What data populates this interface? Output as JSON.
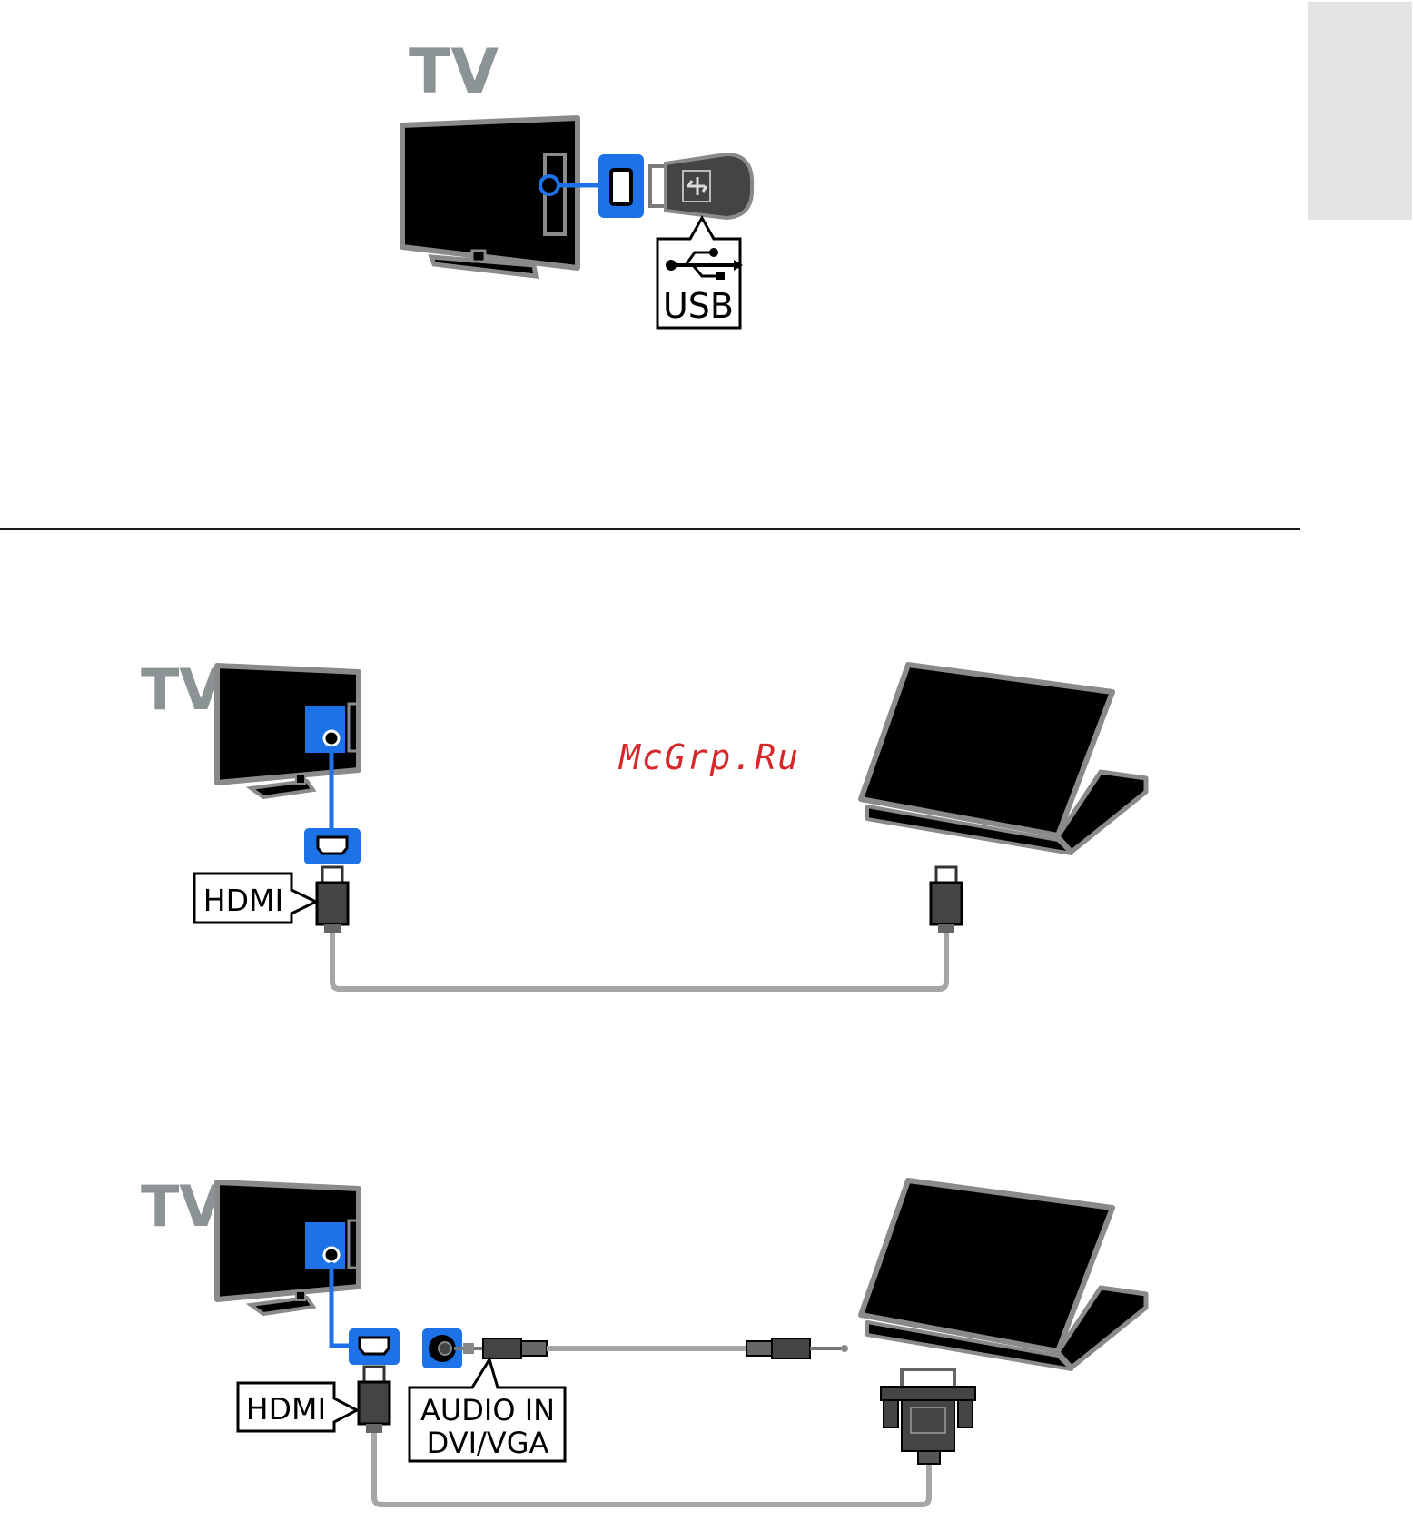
{
  "diagrams": [
    {
      "id": "usb-connection",
      "device_label": "TV",
      "connector_label": "USB"
    },
    {
      "id": "hdmi-computer",
      "device_label": "TV",
      "connector_label": "HDMI"
    },
    {
      "id": "dvi-vga-computer",
      "device_label": "TV",
      "connector_label": "HDMI",
      "audio_label_line1": "AUDIO IN",
      "audio_label_line2": "DVI/VGA"
    }
  ],
  "watermark": "McGrp.Ru",
  "colors": {
    "port_blue": "#1e72e8",
    "cable_gray": "#a6a6a6",
    "tv_label_gray": "#8c9394",
    "tv_body": "#000000",
    "tv_frame": "#8a8a8a",
    "tab_marker": "#e4e4e4"
  },
  "icons": [
    "tv-icon",
    "usb-flash-drive-icon",
    "usb-symbol-icon",
    "hdmi-port-icon",
    "hdmi-plug-icon",
    "laptop-icon",
    "audio-jack-icon",
    "vga-connector-icon"
  ]
}
